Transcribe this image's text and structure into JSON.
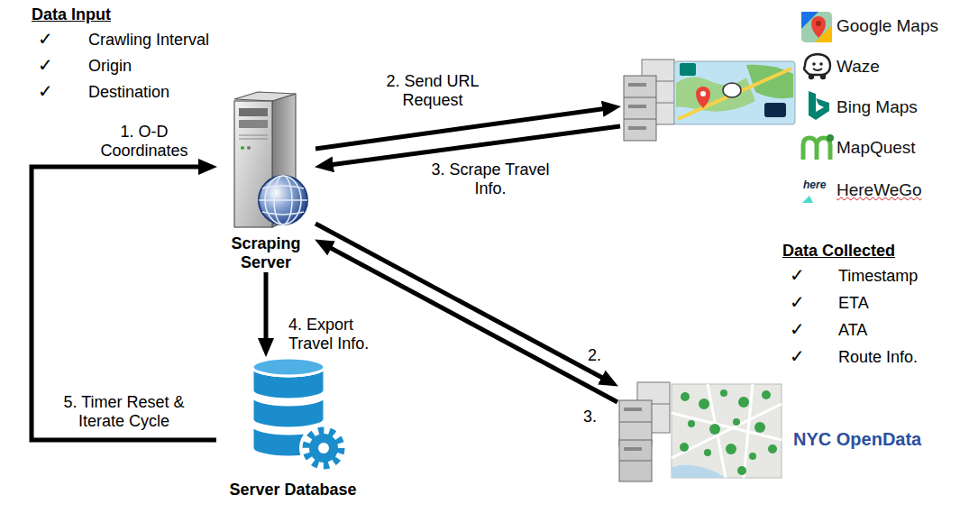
{
  "diagram": {
    "nodes": [
      {
        "text": [
          "Scraping Server"
        ]
      },
      {
        "text": [
          "Google Maps",
          "Waze",
          "Bing Maps",
          "MapQuest",
          "HereWeGo"
        ]
      },
      {
        "text": [
          "NYC OpenData"
        ]
      },
      {
        "text": [
          "Server Database"
        ]
      }
    ],
    "edges": [
      {
        "from": 0,
        "to": 1,
        "arrow": "to",
        "label": "2. Send URL Request"
      },
      {
        "from": 1,
        "to": 0,
        "arrow": "to",
        "label": "3. Scrape Travel Info."
      },
      {
        "from": 0,
        "to": 2,
        "arrow": "to",
        "label": "2."
      },
      {
        "from": 2,
        "to": 0,
        "arrow": "to",
        "label": "3."
      },
      {
        "from": 0,
        "to": 3,
        "arrow": "to",
        "label": "4. Export Travel Info."
      },
      {
        "from": 3,
        "to": 0,
        "arrow": "to",
        "label": "5. Timer Reset & Iterate Cycle"
      }
    ],
    "labels": [
      "Data Input",
      "✓",
      "Crawling Interval",
      "✓",
      "Origin",
      "✓",
      "Destination",
      "1. O-D Coordinates",
      "Data Collected",
      "✓",
      "Timestamp",
      "✓",
      "ETA",
      "✓",
      "ATA",
      "✓",
      "Route Info.",
      "here"
    ]
  }
}
